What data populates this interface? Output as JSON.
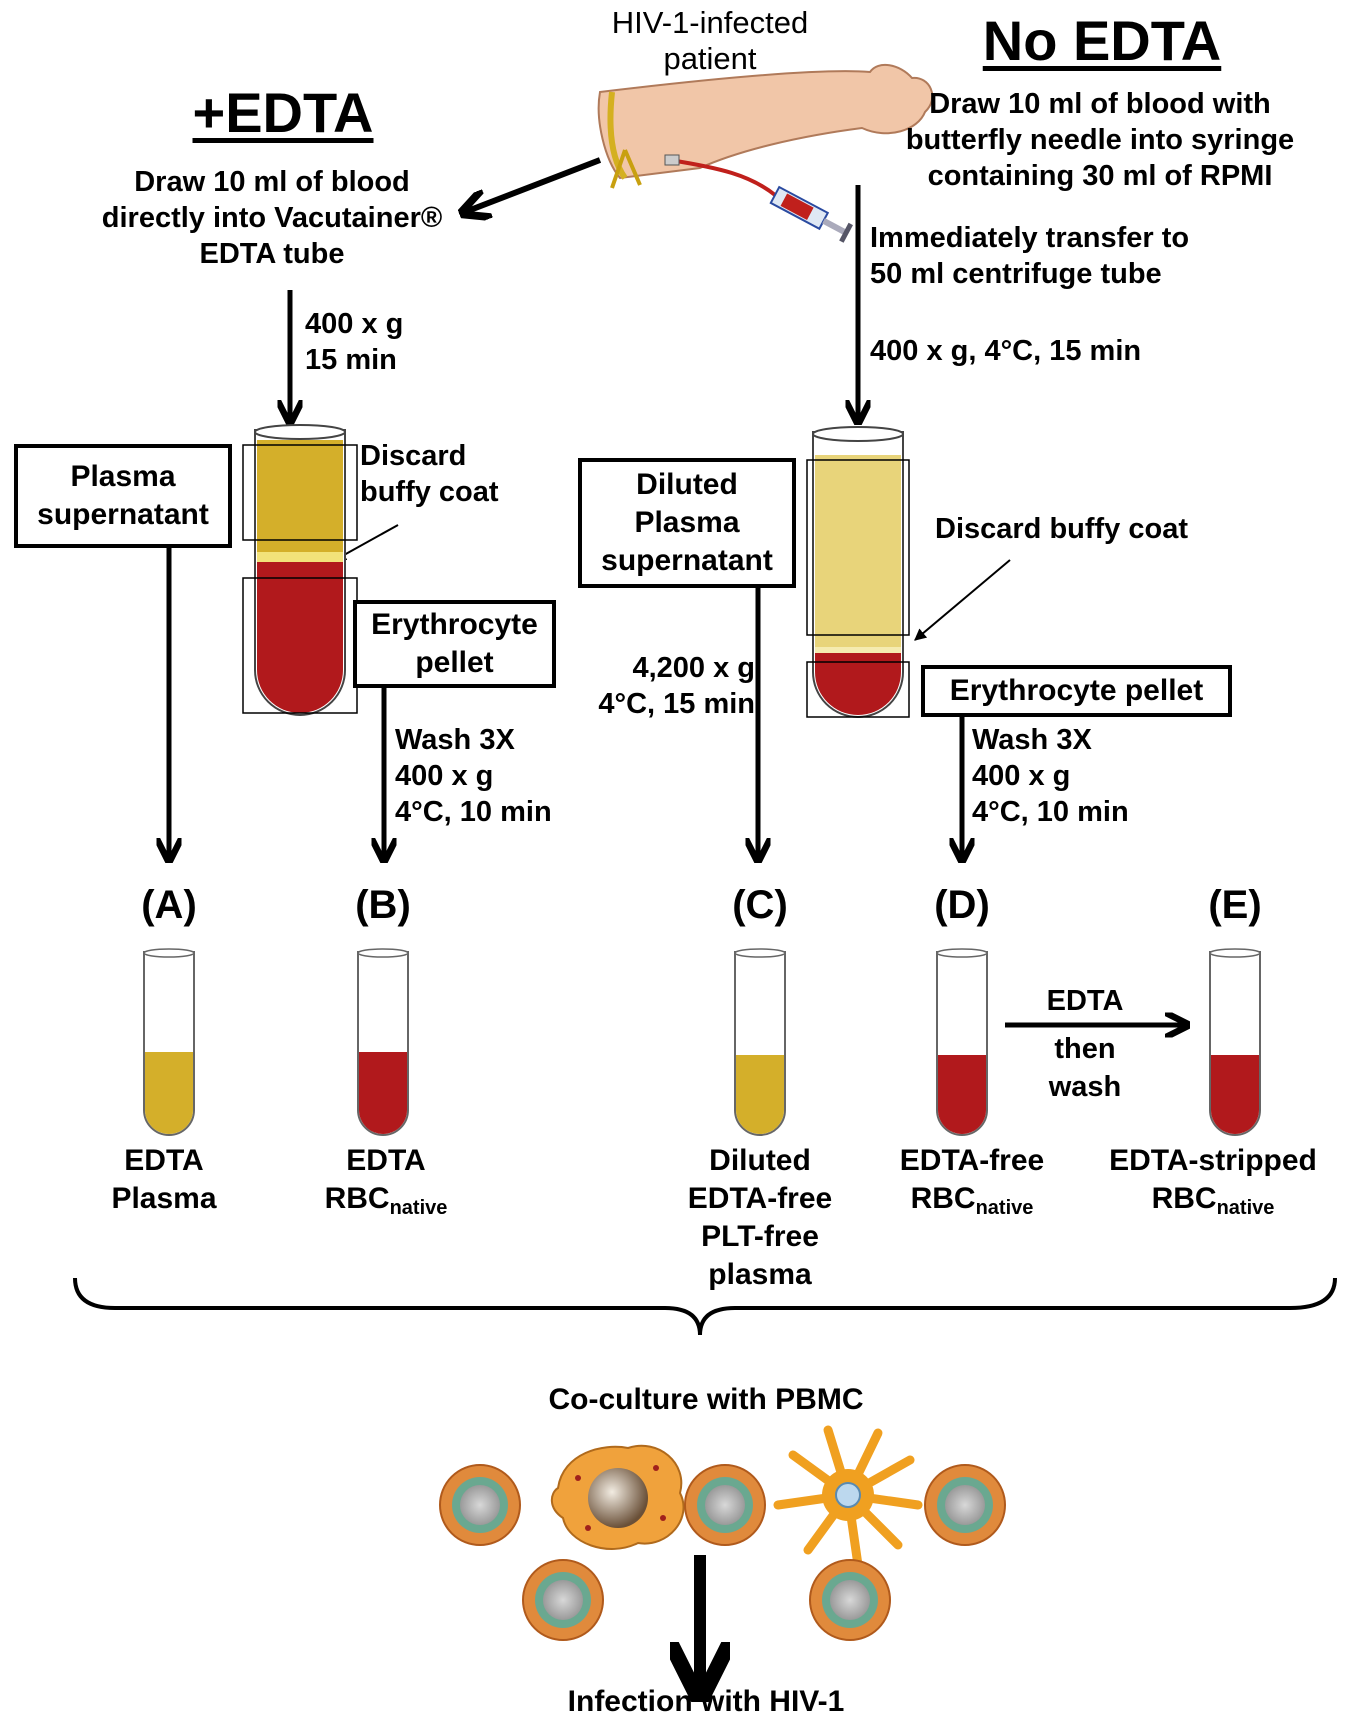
{
  "patient": {
    "line1": "HIV-1-infected",
    "line2": "patient"
  },
  "left": {
    "heading": "+EDTA",
    "draw_line1": "Draw 10 ml of blood",
    "draw_line2": "directly into Vacutainer®",
    "draw_line3": "EDTA tube",
    "spin_line1": "400 x g",
    "spin_line2": "15 min",
    "plasma_box": {
      "line1": "Plasma",
      "line2": "supernatant"
    },
    "discard_line1": "Discard",
    "discard_line2": "buffy coat",
    "pellet_box": {
      "line1": "Erythrocyte",
      "line2": "pellet"
    },
    "wash_line1": "Wash 3X",
    "wash_line2": "400 x g",
    "wash_line3": "4°C, 10 min"
  },
  "right": {
    "heading": "No EDTA",
    "draw_line1": "Draw 10 ml of blood with",
    "draw_line2": "butterfly needle into syringe",
    "draw_line3": "containing 30 ml of RPMI",
    "transfer_line1": "Immediately transfer to",
    "transfer_line2": "50 ml centrifuge tube",
    "spin": "400 x g, 4°C, 15 min",
    "plasma_box": {
      "line1": "Diluted",
      "line2": "Plasma",
      "line3": "supernatant"
    },
    "spin2_line1": "4,200 x g",
    "spin2_line2": "4°C, 15 min",
    "discard": "Discard buffy coat",
    "pellet_box": "Erythrocyte pellet",
    "wash_line1": "Wash 3X",
    "wash_line2": "400 x g",
    "wash_line3": "4°C, 10 min"
  },
  "samples": {
    "a": {
      "label": "(A)",
      "line1": "EDTA",
      "line2": "Plasma"
    },
    "b": {
      "label": "(B)",
      "line1": "EDTA",
      "main": "RBC",
      "sub": "native"
    },
    "c": {
      "label": "(C)",
      "line1": "Diluted",
      "line2": "EDTA-free",
      "line3": "PLT-free",
      "line4": "plasma"
    },
    "d": {
      "label": "(D)",
      "line1": "EDTA-free",
      "main": "RBC",
      "sub": "native"
    },
    "e": {
      "label": "(E)",
      "line1": "EDTA-stripped",
      "main": "RBC",
      "sub": "native"
    }
  },
  "edta_step": {
    "line1": "EDTA",
    "line2": "then",
    "line3": "wash"
  },
  "coculture": "Co-culture with PBMC",
  "infection": "Infection with HIV-1",
  "colors": {
    "plasma": "#d4af2a",
    "rbc": "#b1191c",
    "light_plasma": "#e8d47a",
    "cell_orange": "#e08a3c",
    "cell_green": "#6aa890"
  }
}
